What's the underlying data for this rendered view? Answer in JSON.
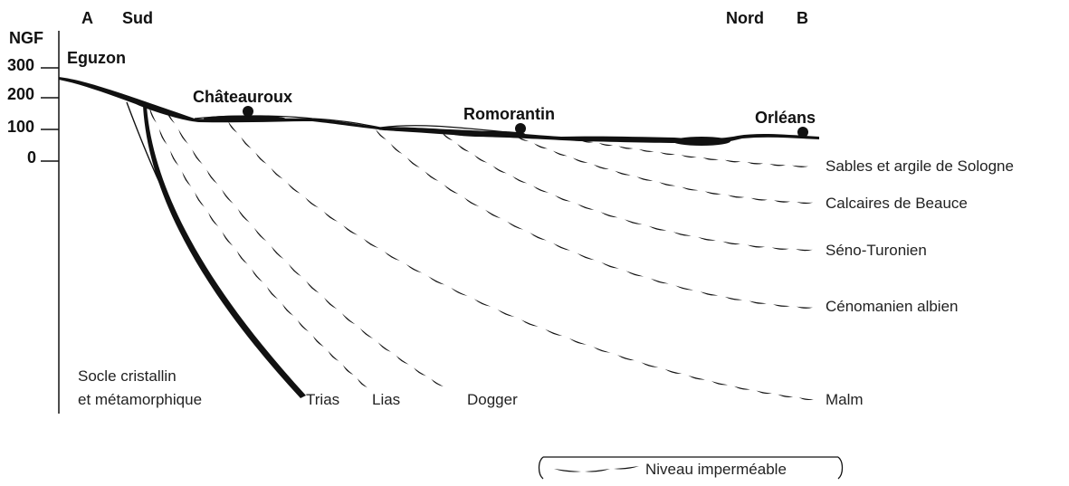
{
  "axis": {
    "title": "NGF",
    "ticks": [
      "300",
      "200",
      "100",
      "0"
    ]
  },
  "directions": {
    "a": "A",
    "south": "Sud",
    "north": "Nord",
    "b": "B"
  },
  "cities": {
    "eguzon": "Eguzon",
    "chateauroux": "Châteauroux",
    "romorantin": "Romorantin",
    "orleans": "Orléans"
  },
  "layers": {
    "sologne": "Sables et argile de Sologne",
    "beauce": "Calcaires de Beauce",
    "seno_turonien": "Séno-Turonien",
    "cenomanien": "Cénomanien albien",
    "malm": "Malm",
    "dogger": "Dogger",
    "lias": "Lias",
    "trias": "Trias",
    "socle_line1": "Socle cristallin",
    "socle_line2": "et métamorphique"
  },
  "legend": {
    "label": "Niveau imperméable"
  },
  "colors": {
    "ink": "#111111",
    "background": "#ffffff"
  }
}
